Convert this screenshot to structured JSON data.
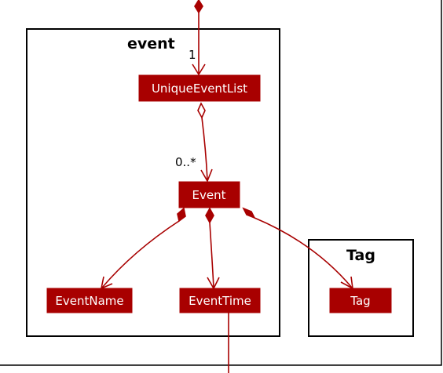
{
  "colors": {
    "class_fill": "#a80000",
    "edge": "#a80000",
    "class_text": "#ffffff",
    "frame": "#000000",
    "background": "#ffffff"
  },
  "packages": {
    "event": "event",
    "tag": "Tag"
  },
  "classes": {
    "unique_event_list": "UniqueEventList",
    "event": "Event",
    "event_name": "EventName",
    "event_time": "EventTime",
    "tag": "Tag"
  },
  "multiplicities": {
    "unique_event_list": "1",
    "event": "0..*"
  },
  "relations": [
    {
      "from": "(outer)",
      "to": "UniqueEventList",
      "kind": "composition"
    },
    {
      "from": "UniqueEventList",
      "to": "Event",
      "kind": "aggregation"
    },
    {
      "from": "Event",
      "to": "EventName",
      "kind": "composition"
    },
    {
      "from": "Event",
      "to": "EventTime",
      "kind": "composition"
    },
    {
      "from": "Event",
      "to": "Tag",
      "kind": "composition"
    },
    {
      "from": "EventTime",
      "to": "(outer)",
      "kind": "association"
    }
  ]
}
